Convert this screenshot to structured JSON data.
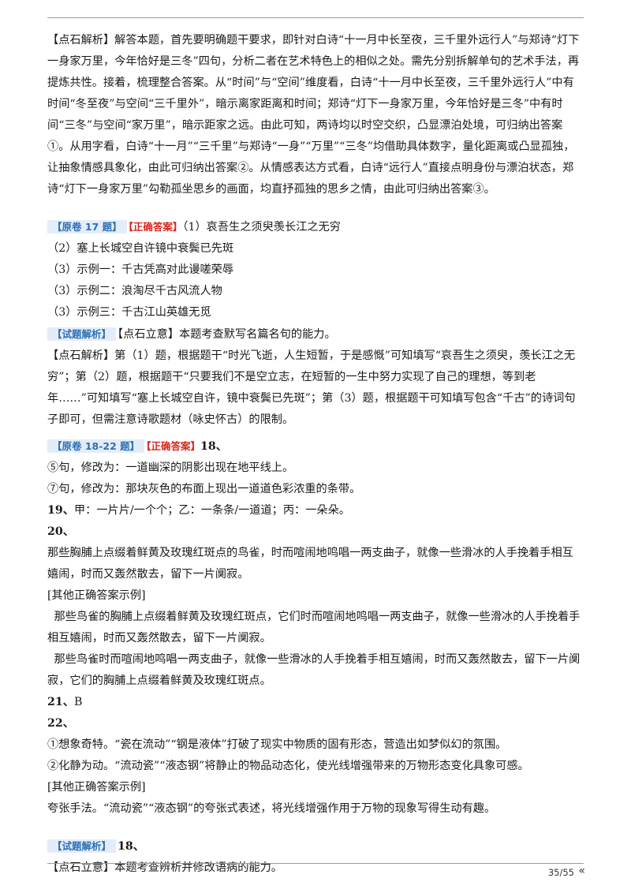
{
  "paras": {
    "p1": "【点石解析】解答本题，首先要明确题干要求，即针对白诗“十一月中长至夜，三千里外远行人”与郑诗“灯下一身家万里，今年恰好是三冬”四句，分析二者在艺术特色上的相似之处。需先分别拆解单句的艺术手法，再提炼共性。接着，梳理整合答案。从“时间”与“空间”维度看，白诗“十一月中长至夜，三千里外远行人”中有时间“冬至夜”与空间“三千里外”，暗示离家距离和时间；郑诗“灯下一身家万里，今年恰好是三冬”中有时间“三冬”与空间“家万里”，暗示距家之远。由此可知，两诗均以时空交织，凸显漂泊处境，可归纳出答案①。从用字看，白诗“十一月”“三千里”与郑诗“一身”“万里”“三冬”均借助具体数字，量化距离或凸显孤独，让抽象情感具象化，由此可归纳出答案②。从情感表达方式看，白诗“远行人”直接点明身份与漂泊状态，郑诗“灯下一身家万里”勾勒孤坐思乡的画面，均直抒孤独的思乡之情，由此可归纳出答案③。",
    "tag17": "【原卷 17 题】",
    "ans_tag": "【正确答案】",
    "a17_1": "（1）哀吾生之须臾羡长江之无穷",
    "a17_2": "（2）塞上长城空自许镜中衰鬓已先斑",
    "a17_3": "（3）示例一：千古凭高对此谩嗟荣辱",
    "a17_4": "（3）示例二：浪淘尽千古风流人物",
    "a17_5": "（3）示例三：千古江山英雄无觅",
    "analysis_tag": "【试题解析】",
    "p17a": "【点石立意】本题考查默写名篇名句的能力。",
    "p17b": "【点石解析】第（1）题，根据题干“时光飞逝，人生短暂，于是感慨”可知填写“哀吾生之须臾，羡长江之无穷”；第（2）题，根据题干“只要我们不是空立志，在短暂的一生中努力实现了自己的理想，等到老年……”可知填写“塞上长城空自许，镜中衰鬓已先斑”；第（3）题，根据题干可知填写包含“千古”的诗词句子即可，但需注意诗歌题材（咏史怀古）的限制。",
    "tag1822": "【原卷 18-22 题】",
    "n18": "18、",
    "a18_1": "⑤句，修改为：一道幽深的阴影出现在地平线上。",
    "a18_2": "⑦句，修改为：那块灰色的布面上现出一道道色彩浓重的条带。",
    "n19": "19、",
    "a19": "甲：一片片/一个个；乙：一条条/一道道；丙：一朵朵。",
    "n20": "20、",
    "a20": "那些胸脯上点缀着鲜黄及玫瑰红斑点的鸟雀，时而喧闹地鸣唱一两支曲子，就像一些滑冰的人手挽着手相互嬉闹，时而又轰然散去，留下一片阒寂。",
    "other1": "[其他正确答案示例]",
    "a20_ex1": "那些鸟雀的胸脯上点缀着鲜黄及玫瑰红斑点，它们时而喧闹地鸣唱一两支曲子，就像一些滑冰的人手挽着手相互嬉闹，时而又轰然散去，留下一片阒寂。",
    "a20_ex2": "那些鸟雀时而喧闹地鸣唱一两支曲子，就像一些滑冰的人手挽着手相互嬉闹，时而又轰然散去，留下一片阒寂，它们的胸脯上点缀着鲜黄及玫瑰红斑点。",
    "n21": "21、",
    "a21": "B",
    "n22": "22、",
    "a22_1": "①想象奇特。“瓷在流动”“钢是液体”打破了现实中物质的固有形态，营造出如梦似幻的氛围。",
    "a22_2": "②化静为动。“流动瓷”“液态钢”将静止的物品动态化，使光线增强带来的万物形态变化具象可感。",
    "other2": "[其他正确答案示例]",
    "a22_3": "夸张手法。“流动瓷”“液态钢”的夸张式表述，将光线增强作用于万物的现象写得生动有趣。",
    "n18b": "18、",
    "p18a": "【点石立意】本题考查辨析并修改语病的能力。"
  },
  "footer": {
    "page": "35/55",
    "chev": "«"
  }
}
